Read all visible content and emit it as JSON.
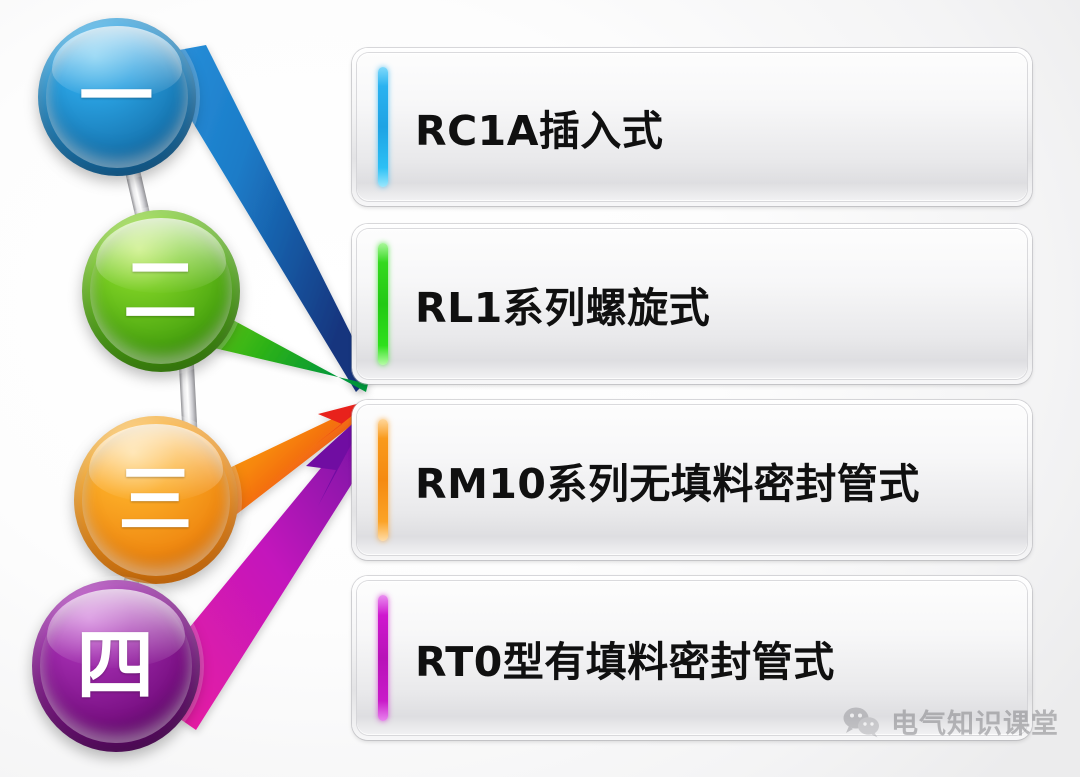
{
  "background": {
    "color": "#fbfbfc"
  },
  "steps": [
    {
      "index": 1,
      "numeral": "一",
      "bubble_color": "#1878b4",
      "bubble_name": "bubble-one",
      "accent_color": "#29a9e8",
      "ribbon_from": "#1c7fd0",
      "ribbon_to": "#15357e",
      "label": "RC1A插入式"
    },
    {
      "index": 2,
      "numeral": "二",
      "bubble_color": "#4aa510",
      "bubble_name": "bubble-two",
      "accent_color": "#27d41b",
      "ribbon_from": "#5fbe16",
      "ribbon_to": "#039a34",
      "label": "RL1系列螺旋式"
    },
    {
      "index": 3,
      "numeral": "三",
      "bubble_color": "#f08a12",
      "bubble_name": "bubble-three",
      "accent_color": "#f79113",
      "ribbon_from": "#f7a40d",
      "ribbon_to": "#e8201a",
      "label": "RM10系列无填料密封管式"
    },
    {
      "index": 4,
      "numeral": "四",
      "bubble_color": "#7c1286",
      "bubble_name": "bubble-four",
      "accent_color": "#c317c3",
      "ribbon_from": "#e81fa6",
      "ribbon_to": "#7a11a4",
      "label": "RT0型有填料密封管式"
    }
  ],
  "watermark": {
    "icon": "wechat-icon",
    "text": "电气知识课堂"
  }
}
